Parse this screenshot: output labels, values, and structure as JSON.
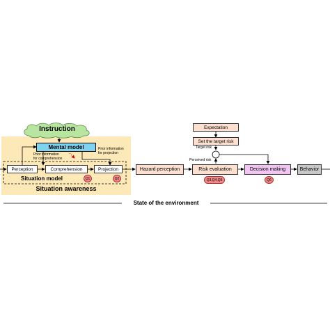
{
  "instruction": "Instruction",
  "mental_model": "Mental model",
  "prior_info_comprehension": [
    "Prior information",
    "for comprehension"
  ],
  "prior_info_projection": [
    "Prior information",
    "for projection"
  ],
  "perception": "Perception",
  "comprehension": "Comprehension",
  "projection": "Projection",
  "situation_model": "Situation model",
  "q1": "Q1",
  "q2": "Q2",
  "situation_awareness": "Situation awareness",
  "hazard_perception": "Hazard perception",
  "risk_evaluation": "Risk evaluation",
  "q345": "Q3,Q4,Q5",
  "decision_making": "Decision making",
  "q6": "Q6",
  "behavior": "Behavior",
  "expectation": "Expectation",
  "set_target_risk": "Set the target risk",
  "target_risk": "Target risk",
  "perceived_risk": "Perceived risk",
  "environment": "State of the environment",
  "colors": {
    "sa_panel": "#fde9b8",
    "mental_model": "#7fd3ee",
    "instruction_cloud": "#b8e6a0",
    "hazard_box": "#fde0cf",
    "decision_box": "#f2c6f2",
    "behavior_box": "#c8c8c8",
    "badge": "#f08a8a"
  }
}
